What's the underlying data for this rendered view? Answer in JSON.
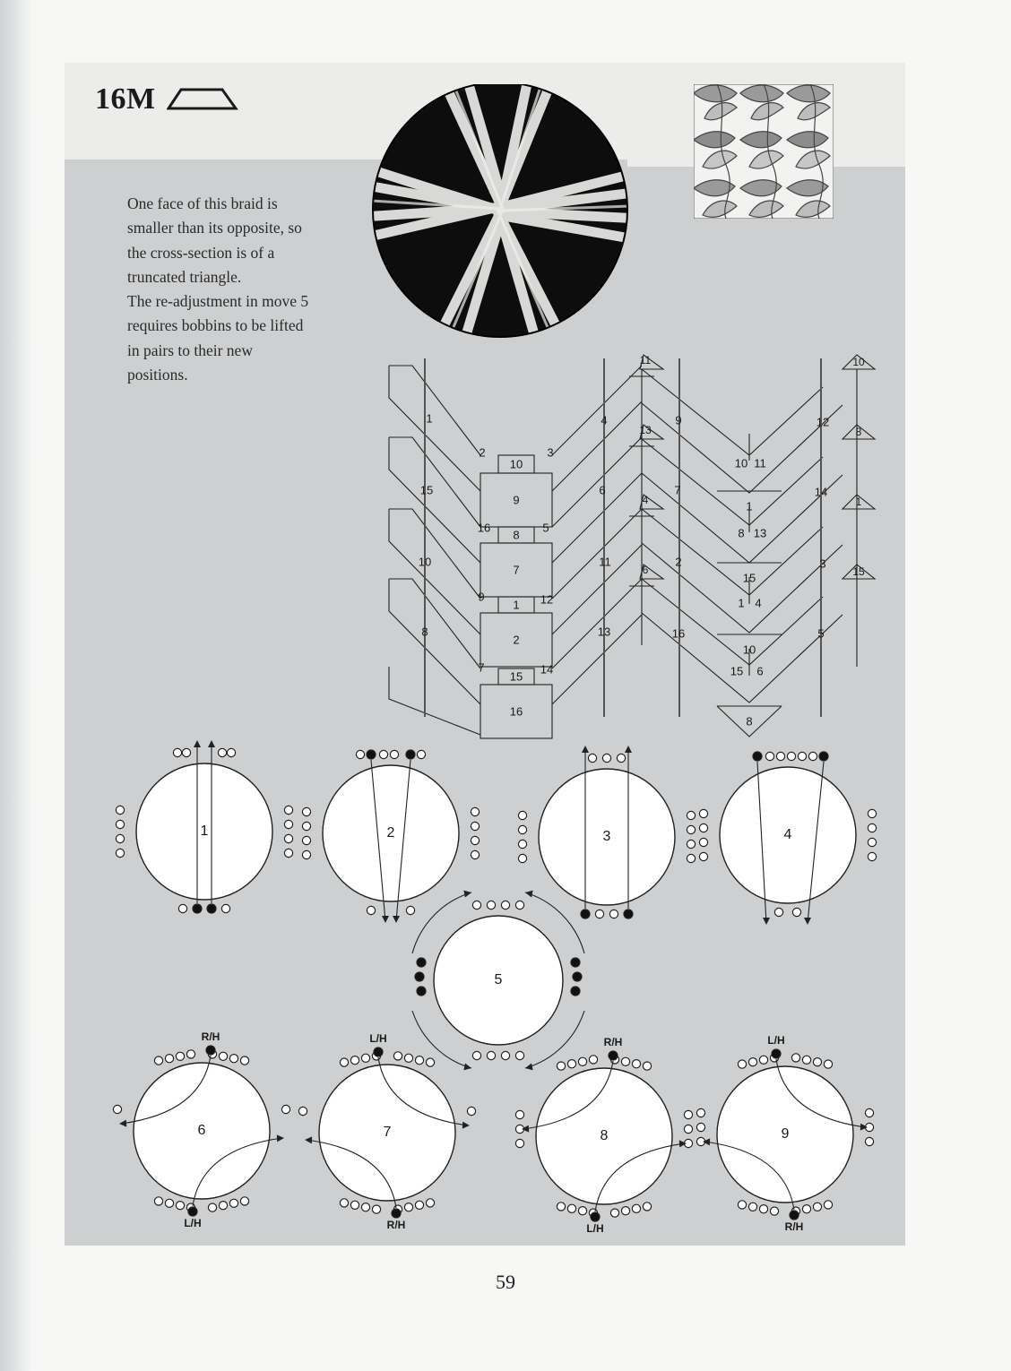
{
  "header": {
    "code": "16M",
    "shape_icon": "trapezoid-icon"
  },
  "description": {
    "lines": [
      "One face of this braid is",
      "smaller than its opposite, so",
      "the cross-section is of a",
      "truncated triangle.",
      "The re-adjustment in move 5",
      "requires bobbins to be lifted",
      "in pairs to their new",
      "positions."
    ]
  },
  "braid_diagram": {
    "left_channel": {
      "labels": [
        "1",
        "15",
        "10",
        "8"
      ],
      "pieces": [
        "2",
        "3",
        "16",
        "5",
        "9",
        "12",
        "7",
        "14"
      ],
      "boxes": [
        "10",
        "9",
        "8",
        "7",
        "1",
        "2",
        "15",
        "16"
      ]
    },
    "middle_column": {
      "labels": [
        "4",
        "6",
        "11",
        "13"
      ],
      "triangles": [
        "11",
        "13",
        "4",
        "6"
      ]
    },
    "right_channel": {
      "labels": [
        "9",
        "7",
        "2",
        "16"
      ],
      "pieces": [
        "10",
        "11",
        "8",
        "13",
        "1",
        "4",
        "15",
        "6"
      ],
      "boxes": [
        "1",
        "15",
        "10",
        "8"
      ]
    },
    "right_column": {
      "labels": [
        "12",
        "14",
        "3",
        "5"
      ],
      "triangles": [
        "10",
        "8",
        "1",
        "15"
      ]
    }
  },
  "moves": [
    {
      "number": "1"
    },
    {
      "number": "2"
    },
    {
      "number": "3"
    },
    {
      "number": "4"
    },
    {
      "number": "5"
    },
    {
      "number": "6",
      "top_hand": "R/H",
      "bottom_hand": "L/H"
    },
    {
      "number": "7",
      "top_hand": "L/H",
      "bottom_hand": "R/H"
    },
    {
      "number": "8",
      "top_hand": "R/H",
      "bottom_hand": "L/H"
    },
    {
      "number": "9",
      "top_hand": "L/H",
      "bottom_hand": "R/H"
    }
  ],
  "page_number": "59"
}
